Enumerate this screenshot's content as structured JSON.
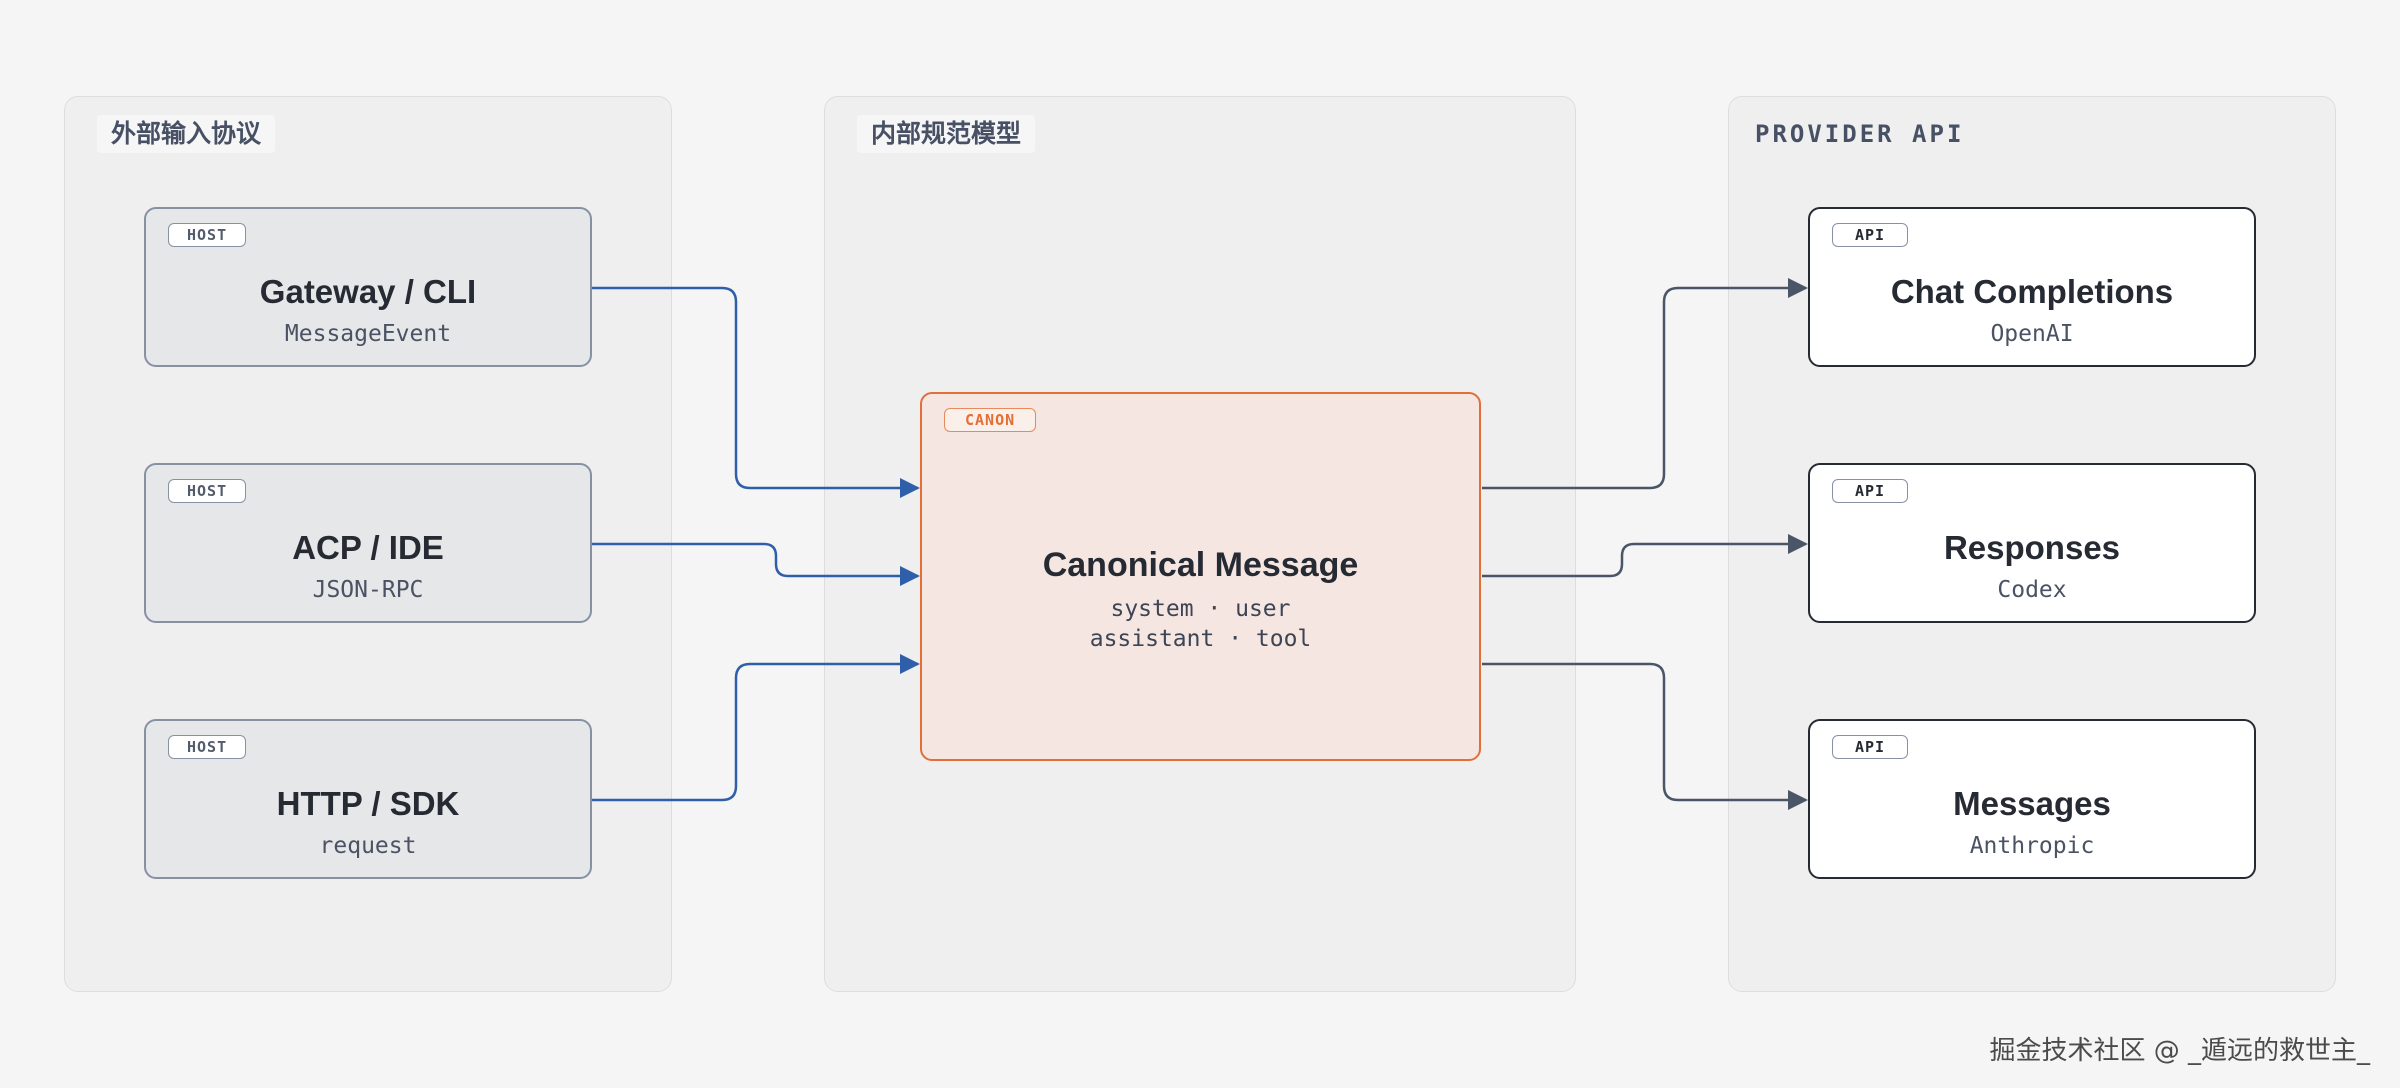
{
  "panels": {
    "input": {
      "title": "外部输入协议"
    },
    "internal": {
      "title": "内部规范模型"
    },
    "provider": {
      "title": "PROVIDER API"
    }
  },
  "hosts": [
    {
      "badge": "HOST",
      "title": "Gateway / CLI",
      "subtitle": "MessageEvent"
    },
    {
      "badge": "HOST",
      "title": "ACP / IDE",
      "subtitle": "JSON-RPC"
    },
    {
      "badge": "HOST",
      "title": "HTTP / SDK",
      "subtitle": "request"
    }
  ],
  "canon": {
    "badge": "CANON",
    "title": "Canonical Message",
    "line1": "system · user",
    "line2": "assistant · tool"
  },
  "apis": [
    {
      "badge": "API",
      "title": "Chat Completions",
      "subtitle": "OpenAI"
    },
    {
      "badge": "API",
      "title": "Responses",
      "subtitle": "Codex"
    },
    {
      "badge": "API",
      "title": "Messages",
      "subtitle": "Anthropic"
    }
  ],
  "colors": {
    "inbound_edge": "#2f5fa8",
    "outbound_edge": "#4b5568",
    "canon_accent": "#e36e36"
  },
  "watermark": "掘金技术社区 @ _遁远的救世主_"
}
